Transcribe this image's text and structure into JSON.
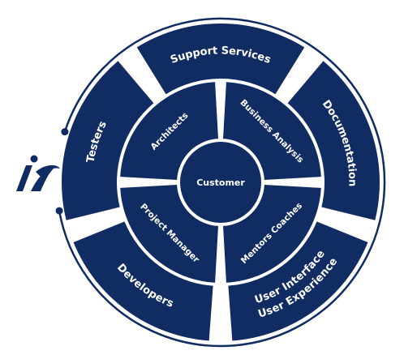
{
  "colors": {
    "segment_fill": "#102c63",
    "outline": "#102c63",
    "text": "#ffffff",
    "background": "#ffffff"
  },
  "center": {
    "label": "Customer"
  },
  "inner_ring": [
    {
      "name": "architects",
      "label": "Architects"
    },
    {
      "name": "business-analysis",
      "label": "Business Analysis"
    },
    {
      "name": "mentors-coaches",
      "label": "Mentors Coaches"
    },
    {
      "name": "project-manager",
      "label": "Project Manager"
    }
  ],
  "outer_ring": [
    {
      "name": "support-services",
      "line1": "Support Services",
      "line2": ""
    },
    {
      "name": "documentation",
      "line1": "Documentation",
      "line2": ""
    },
    {
      "name": "user-interface",
      "line1": "User Interface",
      "line2": "User Experience"
    },
    {
      "name": "developers",
      "line1": "Developers",
      "line2": ""
    },
    {
      "name": "testers",
      "line1": "Testers",
      "line2": ""
    }
  ],
  "logo": {
    "icon": "logo-icon"
  }
}
